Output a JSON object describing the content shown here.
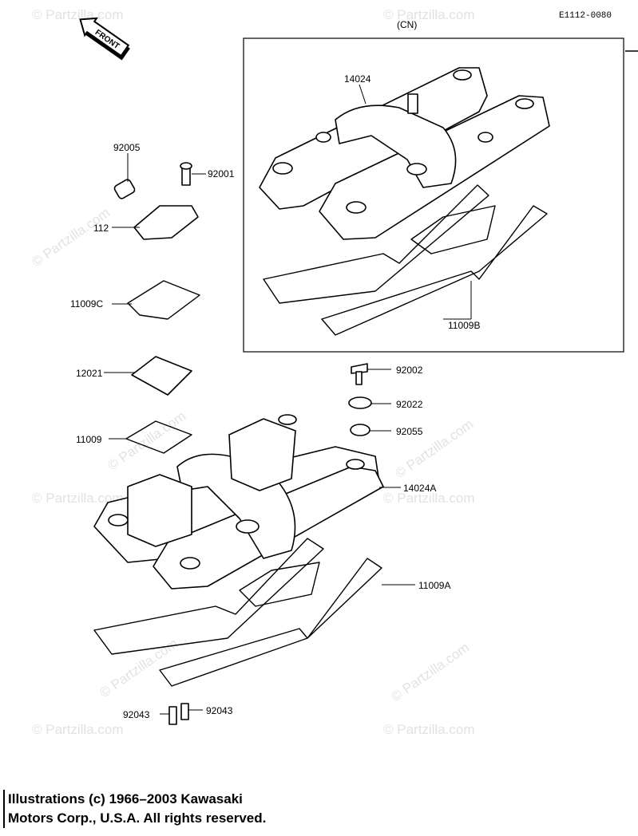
{
  "diagram_code": "E1112-0080",
  "region_label": "(CN)",
  "front_label": "FRONT",
  "watermark": "© Partzilla.com",
  "parts": {
    "p14024": "14024",
    "p92005": "92005",
    "p92001": "92001",
    "p11012": "112",
    "p11009c": "11009C",
    "p11009b": "11009B",
    "p12021": "12021",
    "p92002": "92002",
    "p92022": "92022",
    "p92055": "92055",
    "p11009": "11009",
    "p14024a": "14024A",
    "p11009a": "11009A",
    "p92043_left": "92043",
    "p92043_right": "92043"
  },
  "copyright": {
    "line1": "Illustrations (c) 1966–2003 Kawasaki",
    "line2": "Motors Corp., U.S.A.  All rights reserved."
  }
}
